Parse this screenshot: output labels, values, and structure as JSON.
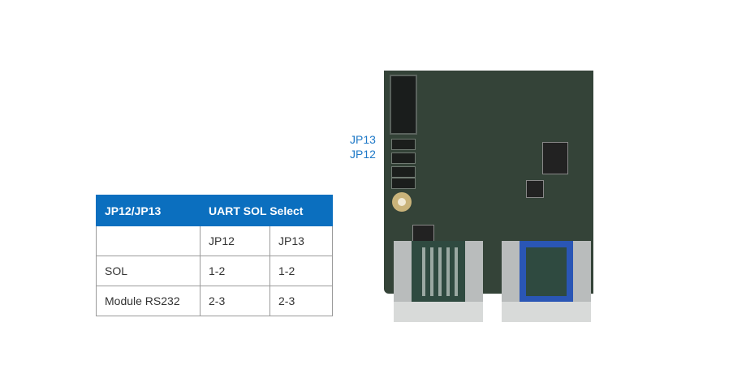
{
  "labels": {
    "jp13": "JP13",
    "jp12": "JP12"
  },
  "table": {
    "header": [
      "JP12/JP13",
      "UART SOL Select"
    ],
    "columns": [
      "",
      "JP12",
      "JP13"
    ],
    "rows": [
      {
        "mode": "SOL",
        "jp12": "1-2",
        "jp13": "1-2"
      },
      {
        "mode": "Module RS232",
        "jp12": "2-3",
        "jp13": "2-3"
      }
    ]
  },
  "colors": {
    "header_bg": "#0b6fbf",
    "label": "#1f79c7",
    "pcb": "#344338"
  }
}
